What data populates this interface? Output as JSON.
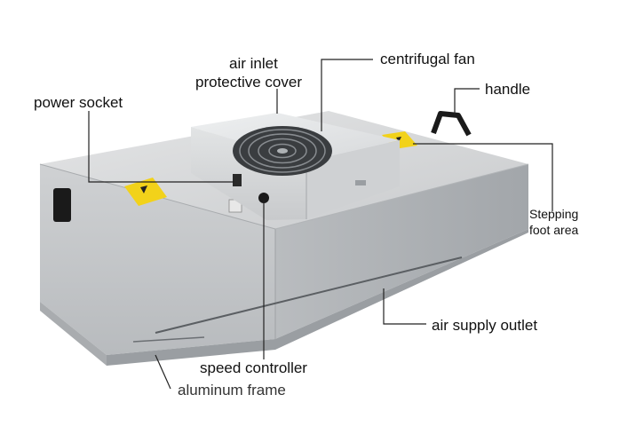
{
  "labels": {
    "air_inlet_line1": "air inlet",
    "air_inlet_line2": "protective cover",
    "centrifugal_fan": "centrifugal fan",
    "power_socket": "power socket",
    "handle": "handle",
    "stepping_line1": "Stepping",
    "stepping_line2": "foot area",
    "air_supply_outlet": "air supply outlet",
    "speed_controller": "speed controller",
    "aluminum_frame": "aluminum frame"
  },
  "colors": {
    "housing_top": "#d9dadb",
    "housing_front": "#c4c6c8",
    "housing_side": "#aeb1b4",
    "warning_label": "#f2d21a",
    "handle": "#1a1a1a"
  }
}
